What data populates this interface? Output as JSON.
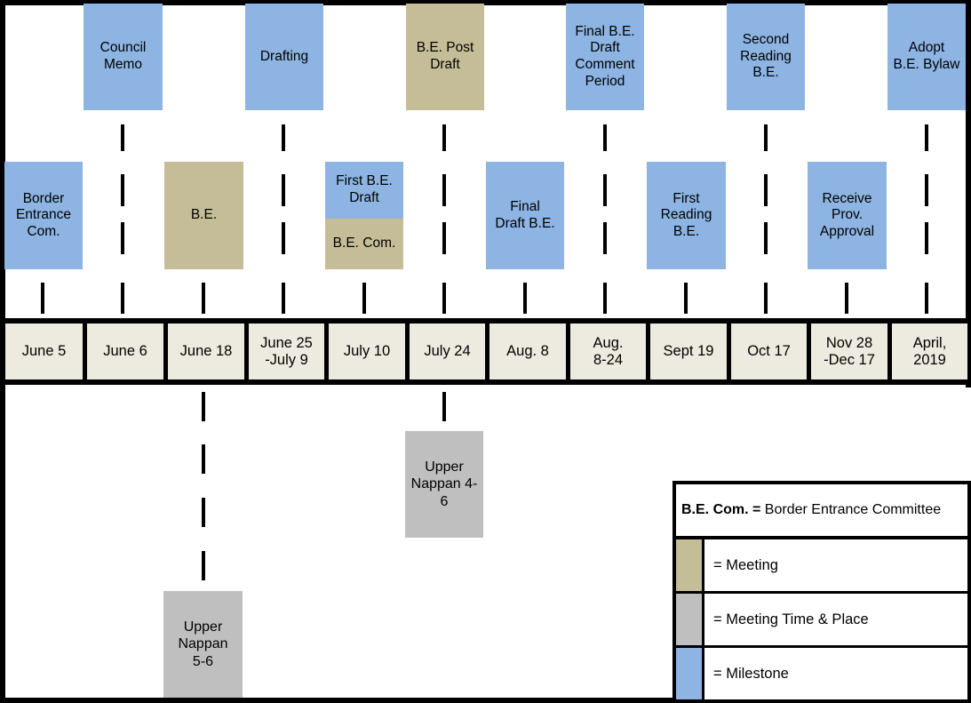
{
  "colors": {
    "milestone": "#8DB4E2",
    "meeting": "#C4BD97",
    "meeting_time_place": "#BFBFBF",
    "date_band": "#EDEAE0",
    "frame": "#000000"
  },
  "timeline": {
    "dates": [
      "June 5",
      "June 6",
      "June 18",
      "June 25\n-July 9",
      "July 10",
      "July 24",
      "Aug. 8",
      "Aug.\n8-24",
      "Sept 19",
      "Oct 17",
      "Nov 28\n-Dec 17",
      "April,\n2019"
    ],
    "top_row": [
      {
        "column": 1,
        "label": "Council\nMemo",
        "type": "milestone"
      },
      {
        "column": 3,
        "label": "Drafting",
        "type": "milestone"
      },
      {
        "column": 5,
        "label": "B.E. Post\nDraft",
        "type": "meeting"
      },
      {
        "column": 7,
        "label": "Final B.E.\nDraft\nComment\nPeriod",
        "type": "milestone"
      },
      {
        "column": 9,
        "label": "Second\nReading\nB.E.",
        "type": "milestone"
      },
      {
        "column": 11,
        "label": "Adopt\nB.E. Bylaw",
        "type": "milestone"
      }
    ],
    "middle_row": [
      {
        "column": 0,
        "label": "Border\nEntrance\nCom.",
        "type": "milestone"
      },
      {
        "column": 2,
        "label": "B.E.",
        "type": "meeting"
      },
      {
        "column": 4,
        "label_top": "First B.E.\nDraft",
        "label_bottom": "B.E. Com.",
        "type": "stacked"
      },
      {
        "column": 6,
        "label": "Final\nDraft B.E.",
        "type": "milestone"
      },
      {
        "column": 8,
        "label": "First\nReading\nB.E.",
        "type": "milestone"
      },
      {
        "column": 10,
        "label": "Receive\nProv.\nApproval",
        "type": "milestone"
      }
    ],
    "bottom_row": [
      {
        "column": 2,
        "label": "Upper\nNappan\n5-6",
        "type": "meeting_time_place"
      },
      {
        "column": 5,
        "label": "Upper\nNappan 4-\n6",
        "type": "meeting_time_place"
      }
    ]
  },
  "legend": {
    "abbreviation_bold": "B.E. Com. =",
    "abbreviation_text": " Border Entrance Committee",
    "rows": [
      {
        "swatch": "meeting",
        "label": "= Meeting"
      },
      {
        "swatch": "meeting_time_place",
        "label": "= Meeting Time & Place"
      },
      {
        "swatch": "milestone",
        "label": "= Milestone"
      }
    ]
  }
}
